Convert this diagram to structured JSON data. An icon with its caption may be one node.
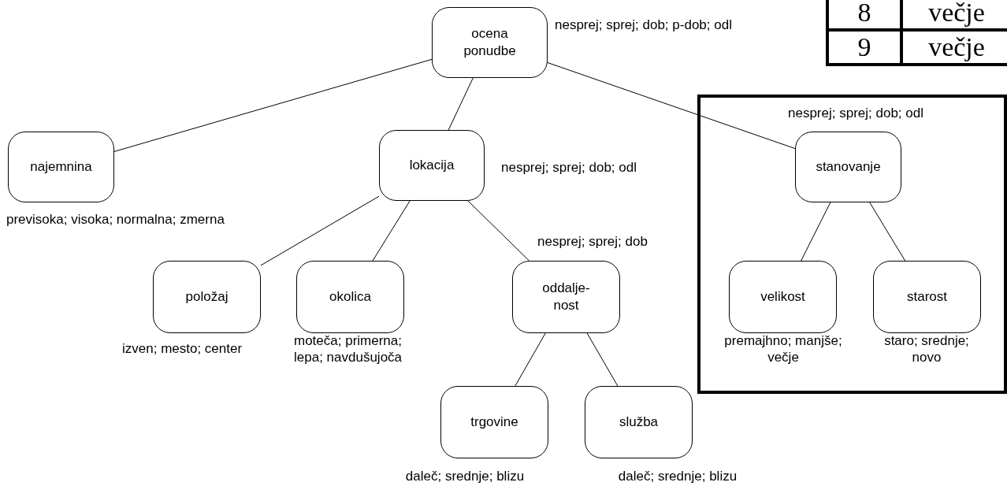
{
  "diagram": {
    "nodes": [
      {
        "text": [
          "ocena ponudbe"
        ],
        "beside": [
          "nesprej; sprej; dob; p-dob; odl"
        ]
      },
      {
        "text": [
          "najemnina"
        ],
        "beside": [
          "previsoka; visoka; normalna; zmerna"
        ]
      },
      {
        "text": [
          "lokacija"
        ],
        "beside": [
          "nesprej; sprej; dob; odl"
        ]
      },
      {
        "text": [],
        "shape": "box"
      },
      {
        "text": [
          "stanovanje"
        ],
        "beside": [
          "nesprej; sprej; dob; odl"
        ],
        "in": 3
      },
      {
        "text": [
          "položaj"
        ],
        "beside": [
          "izven; mesto; center"
        ]
      },
      {
        "text": [
          "okolica"
        ],
        "beside": [
          "moteča; primerna; lepa; navdušujoča"
        ]
      },
      {
        "text": [
          "oddalje- nost"
        ],
        "beside": [
          "nesprej; sprej; dob"
        ]
      },
      {
        "text": [
          "velikost"
        ],
        "beside": [
          "premajhno; manjše; večje"
        ],
        "in": 3
      },
      {
        "text": [
          "starost"
        ],
        "beside": [
          "staro; srednje; novo"
        ],
        "in": 3
      },
      {
        "text": [
          "trgovine"
        ],
        "beside": [
          "daleč; srednje; blizu"
        ]
      },
      {
        "text": [
          "služba"
        ],
        "beside": [
          "daleč; srednje; blizu"
        ]
      }
    ],
    "edges": [
      {
        "from": 0,
        "to": 1,
        "arrow": "none"
      },
      {
        "from": 0,
        "to": 2,
        "arrow": "none"
      },
      {
        "from": 0,
        "to": 4,
        "arrow": "none"
      },
      {
        "from": 2,
        "to": 5,
        "arrow": "none"
      },
      {
        "from": 2,
        "to": 6,
        "arrow": "none"
      },
      {
        "from": 2,
        "to": 7,
        "arrow": "none"
      },
      {
        "from": 4,
        "to": 8,
        "arrow": "none"
      },
      {
        "from": 4,
        "to": 9,
        "arrow": "none"
      },
      {
        "from": 7,
        "to": 10,
        "arrow": "none"
      },
      {
        "from": 7,
        "to": 11,
        "arrow": "none"
      }
    ],
    "labels": [
      "8",
      "večje",
      "9",
      "večje"
    ]
  }
}
